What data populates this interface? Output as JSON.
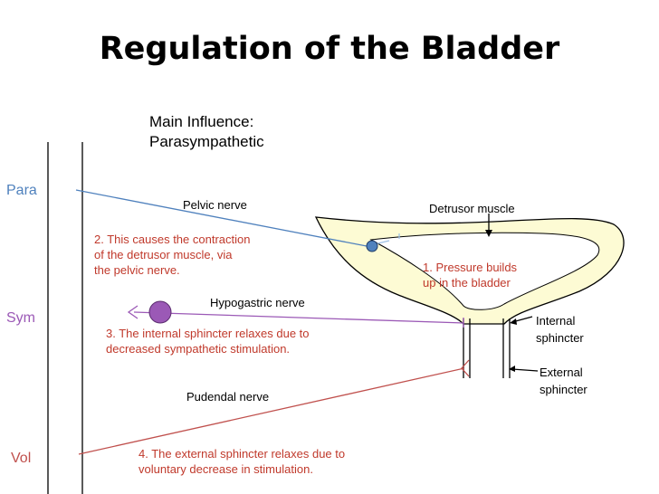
{
  "title": "Regulation of the Bladder",
  "main_influence": {
    "line1": "Main Influence:",
    "line2": "Parasympathetic"
  },
  "side_labels": {
    "para": "Para",
    "sym": "Sym",
    "vol": "Vol"
  },
  "nerves": {
    "pelvic": "Pelvic nerve",
    "hypogastric": "Hypogastric nerve",
    "pudendal": "Pudendal nerve"
  },
  "muscles": {
    "detrusor": "Detrusor muscle",
    "internal_line1": "Internal",
    "internal_line2": "sphincter",
    "external_line1": "External",
    "external_line2": "sphincter"
  },
  "steps": {
    "step1_line1": "1. Pressure builds",
    "step1_line2": "up in the bladder",
    "step2_line1": "2. This causes the contraction",
    "step2_line2": "of the detrusor muscle, via",
    "step2_line3": "the pelvic nerve.",
    "step3_line1": "3. The internal sphincter relaxes due to",
    "step3_line2": "decreased sympathetic stimulation.",
    "step4_line1": "4. The external sphincter relaxes due to",
    "step4_line2": "voluntary decrease in stimulation."
  },
  "colors": {
    "parasympathetic": "#4f81bd",
    "sympathetic": "#9b59b6",
    "voluntary": "#c0504d",
    "step_text": "#c0392b",
    "bladder_fill": "#fdfbd4"
  }
}
